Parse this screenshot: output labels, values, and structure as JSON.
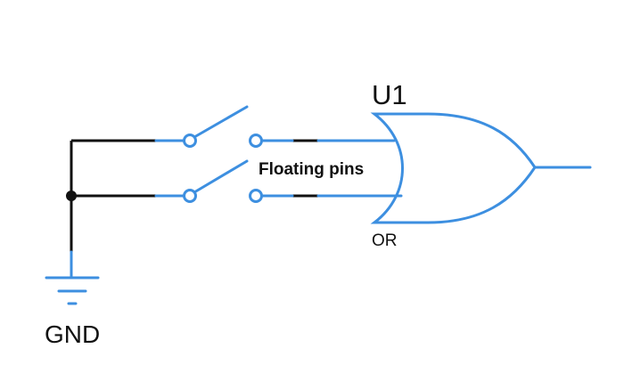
{
  "diagram": {
    "component_ref": "U1",
    "gate_type": "OR",
    "annotation": "Floating pins",
    "ground_label": "GND",
    "colors": {
      "wire_active": "#3d8fe0",
      "wire_passive": "#111111",
      "background": "#ffffff"
    }
  }
}
